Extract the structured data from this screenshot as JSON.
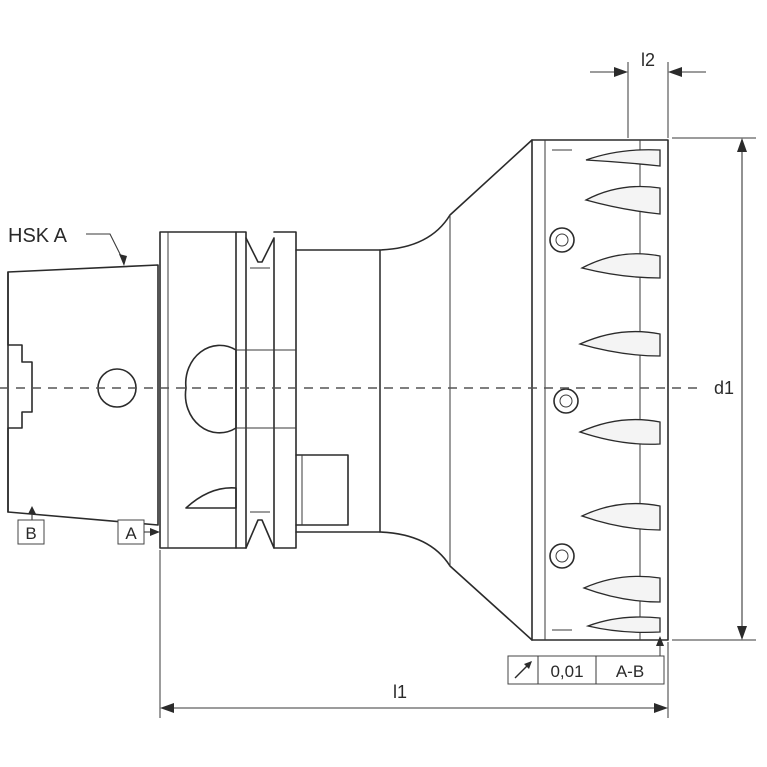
{
  "labels": {
    "interface": "HSK A",
    "datum_a": "A",
    "datum_b": "B",
    "length_total": "l1",
    "length_edge": "l2",
    "diameter": "d1"
  },
  "tolerance_frame": {
    "symbol": "runout-icon",
    "value": "0,01",
    "reference": "A-B"
  },
  "colors": {
    "line": "#2b2b2b",
    "background": "#ffffff"
  }
}
